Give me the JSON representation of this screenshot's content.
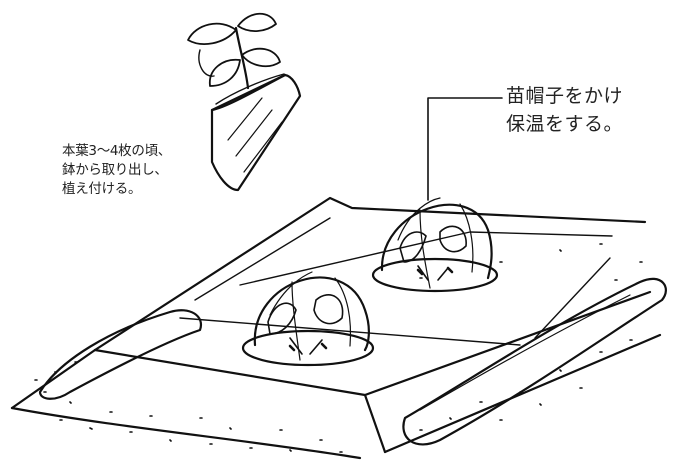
{
  "annotations": {
    "transplant_note": "本葉3〜4枚の頃、\n鉢から取り出し、\n植え付ける。",
    "cover_note": "苗帽子をかけ\n保温をする。"
  },
  "figure": {
    "subjects": [
      "seedling-in-pot",
      "planted-seedling",
      "planted-seedling"
    ],
    "covers": [
      "hot-cap",
      "hot-cap"
    ],
    "ink_color": "#111111",
    "paper_color": "#ffffff"
  }
}
